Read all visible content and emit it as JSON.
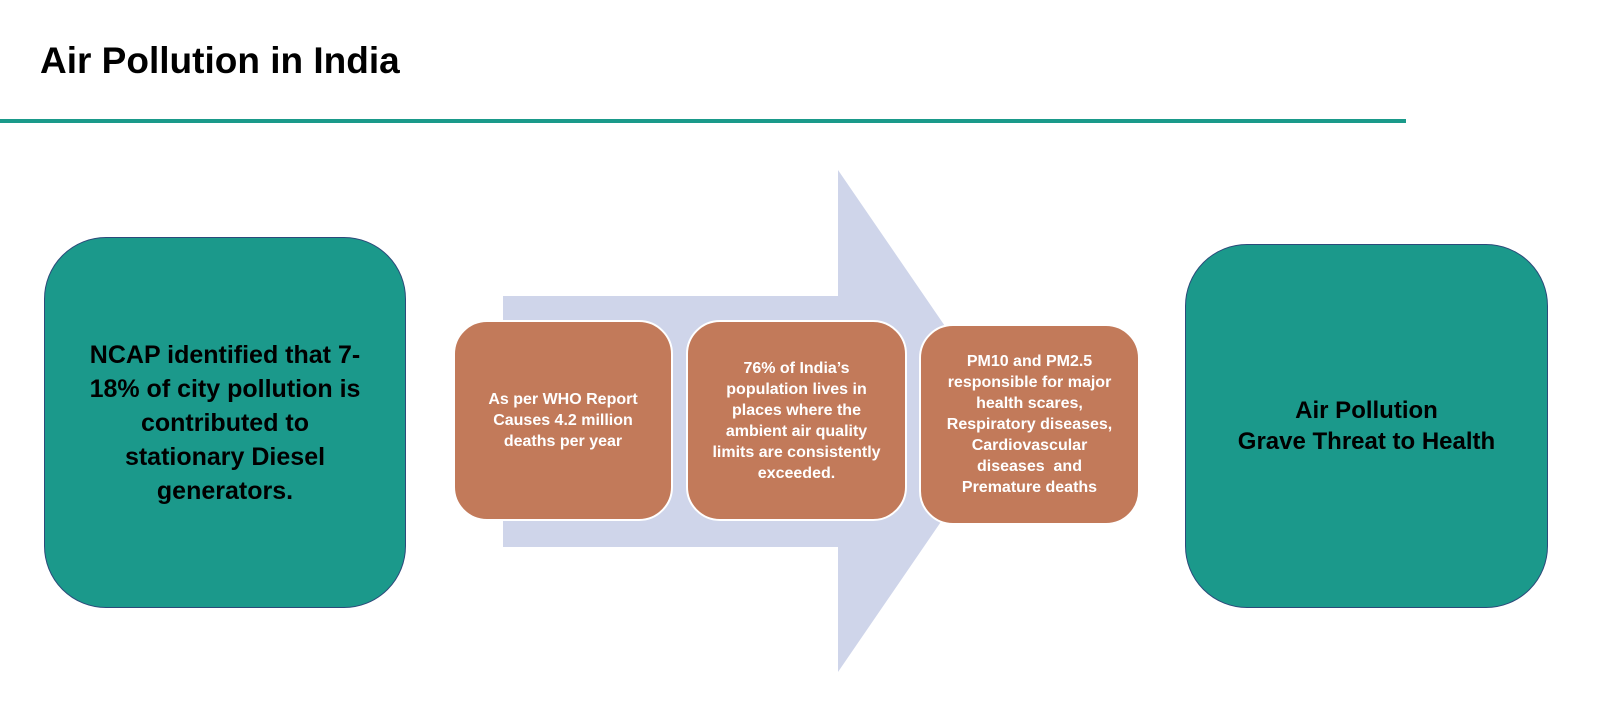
{
  "title": "Air Pollution in India",
  "colors": {
    "teal": "#1b998b",
    "orange": "#c27a5a",
    "arrow": "#cfd5ea",
    "rule": "#1a9a8a"
  },
  "left_box": {
    "lines": [
      "NCAP identified that 7-",
      "18% of city pollution is",
      "contributed to",
      "stationary Diesel",
      "generators."
    ]
  },
  "steps": [
    {
      "lines": [
        "As per WHO Report",
        "Causes 4.2 million",
        "deaths per year"
      ]
    },
    {
      "lines": [
        "76% of India’s",
        "population lives in",
        "places where the",
        "ambient air quality",
        "limits are consistently",
        "exceeded."
      ]
    },
    {
      "lines": [
        "PM10 and PM2.5",
        "responsible for major",
        "health scares,",
        "Respiratory diseases,",
        "Cardiovascular",
        "diseases  and",
        "Premature deaths"
      ]
    }
  ],
  "right_box": {
    "lines": [
      "Air Pollution",
      "Grave Threat to Health"
    ]
  }
}
